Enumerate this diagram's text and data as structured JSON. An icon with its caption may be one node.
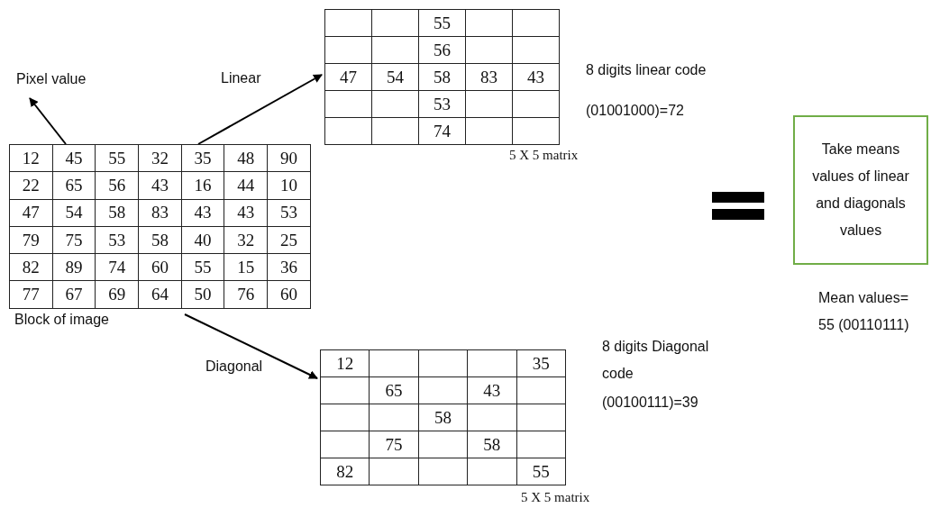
{
  "diagram": {
    "nodes": [
      {
        "text": [
          "Pixel value"
        ]
      },
      {
        "text": [
          "12",
          "45",
          "55",
          "32",
          "35",
          "48",
          "90",
          "22",
          "65",
          "56",
          "43",
          "16",
          "44",
          "10",
          "47",
          "54",
          "58",
          "83",
          "43",
          "43",
          "53",
          "79",
          "75",
          "53",
          "58",
          "40",
          "32",
          "25",
          "82",
          "89",
          "74",
          "60",
          "55",
          "15",
          "36",
          "77",
          "67",
          "69",
          "64",
          "50",
          "76",
          "60"
        ],
        "beside": [
          "Block of image"
        ]
      },
      {
        "text": [
          "55",
          "56",
          "47",
          "54",
          "58",
          "83",
          "43",
          "53",
          "74"
        ],
        "beside": [
          "8 digits linear code",
          "(01001000)=72",
          "5 X 5 matrix"
        ]
      },
      {
        "text": [
          "12",
          "35",
          "65",
          "43",
          "58",
          "75",
          "58",
          "82",
          "55"
        ],
        "beside": [
          "8 digits Diagonal code",
          "(00100111)=39",
          "5 X 5 matrix"
        ]
      },
      {
        "text": [
          "Take means values of linear and diagonals values"
        ],
        "beside": [
          "Mean values= 55 (00110111)"
        ]
      }
    ],
    "edges": [
      {
        "from": 1,
        "to": 0,
        "arrow": "to"
      },
      {
        "from": 1,
        "to": 2,
        "arrow": "to",
        "label": "Linear"
      },
      {
        "from": 1,
        "to": 3,
        "arrow": "to",
        "label": "Diagonal"
      }
    ]
  }
}
